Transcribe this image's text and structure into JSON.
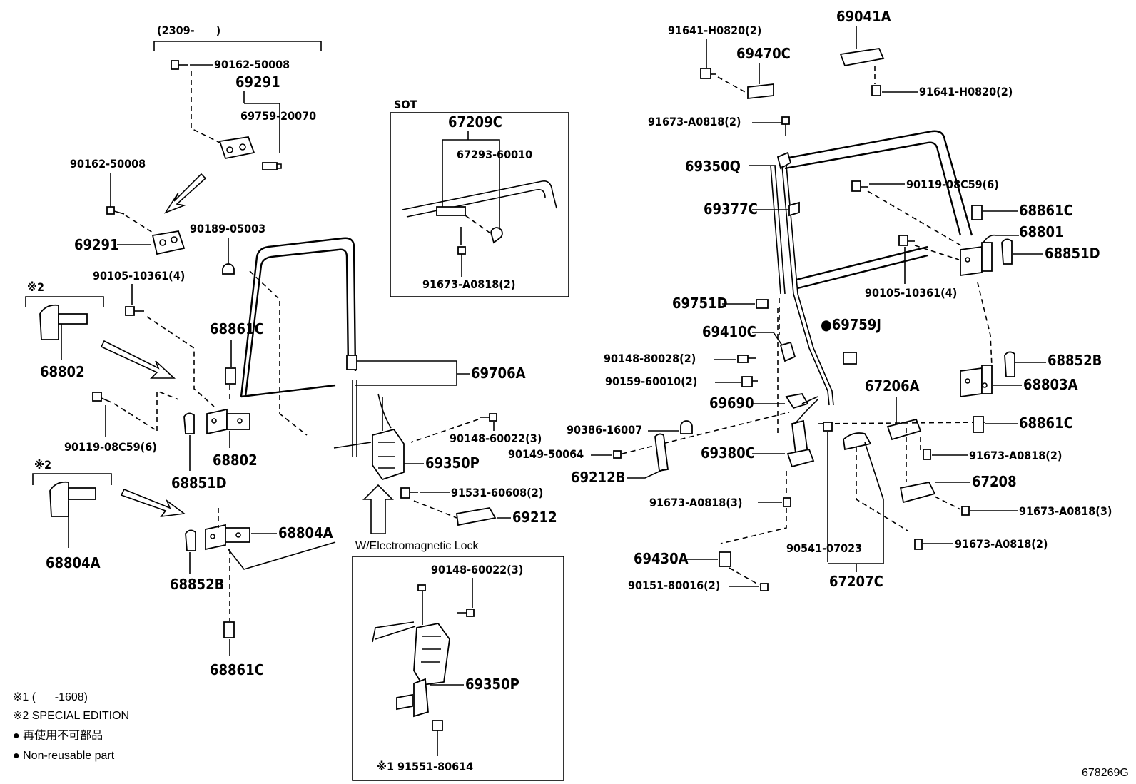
{
  "header_bracket": "(2309-      )",
  "callouts": {
    "c90162_top": "90162-50008",
    "c69291_top": "69291",
    "c69759": "69759-20070",
    "c90162_mid": "90162-50008",
    "c69291_mid": "69291",
    "c90189": "90189-05003",
    "c90105_left": "90105-10361(4)",
    "c68802_a": "68802",
    "c68861c_a": "68861C",
    "c90119_left": "90119-08C59(6)",
    "c68802_b": "68802",
    "c68851d_left": "68851D",
    "c68804a_a": "68804A",
    "c68804a_b": "68804A",
    "c68852b_left": "68852B",
    "c68861c_b": "68861C",
    "c69706a": "69706A",
    "c90148_a": "90148-60022(3)",
    "c69350p_a": "69350P",
    "c91531": "91531-60608(2)",
    "c69212": "69212",
    "c67209c": "67209C",
    "c67293": "67293-60010",
    "c91673_sot": "91673-A0818(2)",
    "c90148_b": "90148-60022(3)",
    "c69350p_b": "69350P",
    "c91551": "※1 91551-80614",
    "c69041a": "69041A",
    "c91641_a": "91641-H0820(2)",
    "c69470c": "69470C",
    "c91641_b": "91641-H0820(2)",
    "c91673_a": "91673-A0818(2)",
    "c69350q": "69350Q",
    "c69377c": "69377C",
    "c90119_right": "90119-08C59(6)",
    "c68861c_c": "68861C",
    "c68801": "68801",
    "c68851d_right": "68851D",
    "c90105_right": "90105-10361(4)",
    "c69751d": "69751D",
    "c69410c": "69410C",
    "c69759j": "●69759J",
    "c90148_c": "90148-80028(2)",
    "c90159": "90159-60010(2)",
    "c69690": "69690",
    "c67206a": "67206A",
    "c68852b_right": "68852B",
    "c68803a": "68803A",
    "c90386": "90386-16007",
    "c68861c_d": "68861C",
    "c90149": "90149-50064",
    "c69380c": "69380C",
    "c91673_b": "91673-A0818(2)",
    "c69212b": "69212B",
    "c67208": "67208",
    "c91673_c": "91673-A0818(3)",
    "c91673_d": "91673-A0818(3)",
    "c91673_e": "91673-A0818(2)",
    "c90541": "90541-07023",
    "c69430a": "69430A",
    "c67207c": "67207C",
    "c90151": "90151-80016(2)"
  },
  "marks": {
    "note2_a": "※2",
    "note2_b": "※2"
  },
  "boxes": {
    "sot_title": "SOT",
    "em_lock_caption": "W/Electromagnetic Lock"
  },
  "legend": {
    "line1": "※1 (      -1608)",
    "line2": "※2 SPECIAL EDITION",
    "line3": "● 再使用不可部品",
    "line4": "● Non-reusable part"
  },
  "figure_id": "678269G",
  "colors": {
    "ink": "#000000",
    "paper": "#ffffff"
  }
}
